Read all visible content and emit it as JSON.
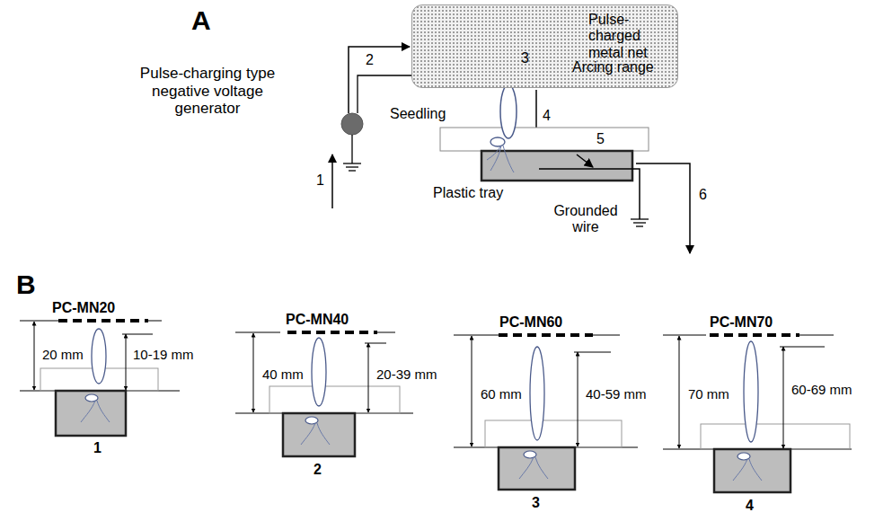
{
  "diagram": {
    "nodes": [
      {
        "text": [
          "Pulse-charged metal net",
          "Arcing range"
        ]
      }
    ],
    "labels": [
      "A",
      "Pulse-charging type negative voltage generator",
      "1",
      "2",
      "3",
      "4",
      "Seedling",
      "5",
      "Plastic tray",
      "6",
      "Grounded wire",
      "B",
      "PC-MN20",
      "20 mm",
      "10-19 mm",
      "1",
      "PC-MN40",
      "40 mm",
      "20-39 mm",
      "2",
      "PC-MN60",
      "60 mm",
      "40-59 mm",
      "3",
      "PC-MN70",
      "70 mm",
      "60-69 mm",
      "4"
    ]
  }
}
